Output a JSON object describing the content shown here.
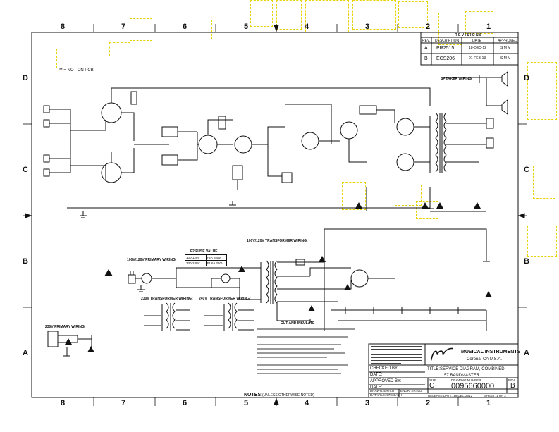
{
  "zones": {
    "columns": [
      "8",
      "7",
      "6",
      "5",
      "4",
      "3",
      "2",
      "1"
    ],
    "rows": [
      "D",
      "C",
      "B",
      "A"
    ]
  },
  "legend": {
    "not_on_pcb": "** = NOT ON PCB"
  },
  "revisions": {
    "title": "R E V I S I O N S",
    "headers": [
      "REV.",
      "DESCRIPTION",
      "DATE",
      "APPROVED"
    ],
    "rows": [
      [
        "A",
        "PR2515",
        "18-DEC-12",
        "S M M"
      ],
      [
        "B",
        "ECS206",
        "01-FEB-13",
        "S M M"
      ]
    ]
  },
  "labels": {
    "speaker_wiring": "SPEAKER WIRING",
    "fuse_table_title": "F2 FUSE VALUE",
    "primary_wiring_100_120": "100V/120V PRIMARY WIRING:",
    "primary_wiring_230": "230V PRIMARY WIRING:",
    "transformer_230": "230V TRANSFORMER WIRING:",
    "transformer_240": "240V TRANSFORMER WIRING:",
    "transformer_100_120": "100V/120V TRANSFORMER WIRING:",
    "cut_and_insulate": "CUT AND INSULATE",
    "notes": "NOTES:",
    "notes_suffix": "(UNLESS OTHERWISE NOTED)"
  },
  "fuse_table": [
    [
      "100-120V",
      "F2A 250V"
    ],
    [
      "230-240V",
      "F1.6A 250V"
    ]
  ],
  "title_block": {
    "company": "MUSICAL INSTRUMENTS",
    "location": "Corona, CA U.S.A.",
    "title_label": "TITLE:",
    "title": "SERVICE DIAGRAM, COMBINED",
    "subtitle": "57 BANDMASTER",
    "checked_by": "CHECKED BY:",
    "approved_by": "APPROVED BY:",
    "date": "DATE:",
    "drawn": "DRAWN: ERTLO",
    "engr": "ENGR: ERTLO",
    "datafile": "DATAFILE: 5701BA2H",
    "size_label": "SIZE",
    "size": "C",
    "drawing_number_label": "DRAWING NUMBER",
    "drawing_number": "0095660000",
    "rev_label": "REV.",
    "rev": "B",
    "release_date": "RELEASE DATE: 18 DEC 2012",
    "sheet": "SHEET: 1 OF 2"
  }
}
